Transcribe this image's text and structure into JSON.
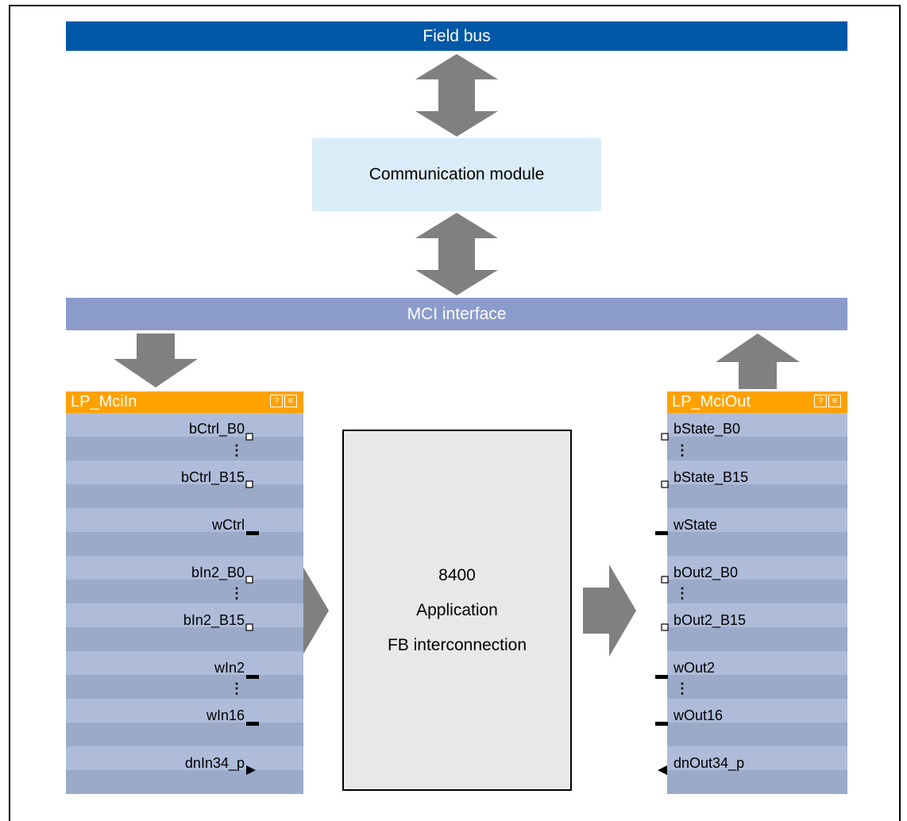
{
  "top": {
    "fieldbus": "Field bus",
    "communication": "Communication module",
    "mci": "MCI interface"
  },
  "left_block": {
    "title": "LP_MciIn",
    "signals": {
      "b0": "bCtrl_B0",
      "b15": "bCtrl_B15",
      "w": "wCtrl",
      "in2b0": "bIn2_B0",
      "in2b15": "bIn2_B15",
      "win2": "wIn2",
      "win16": "wIn16",
      "dn": "dnIn34_p"
    }
  },
  "right_block": {
    "title": "LP_MciOut",
    "signals": {
      "b0": "bState_B0",
      "b15": "bState_B15",
      "w": "wState",
      "out2b0": "bOut2_B0",
      "out2b15": "bOut2_B15",
      "wout2": "wOut2",
      "wout16": "wOut16",
      "dn": "dnOut34_p"
    }
  },
  "application": {
    "line1": "8400",
    "line2": "Application",
    "line3": "FB interconnection"
  },
  "ellipsis": "⋮",
  "colors": {
    "fieldbus": "#0058a6",
    "mci": "#8b9bcb",
    "comm": "#dbecf9",
    "header": "#ffa200",
    "arrow": "#808080"
  }
}
